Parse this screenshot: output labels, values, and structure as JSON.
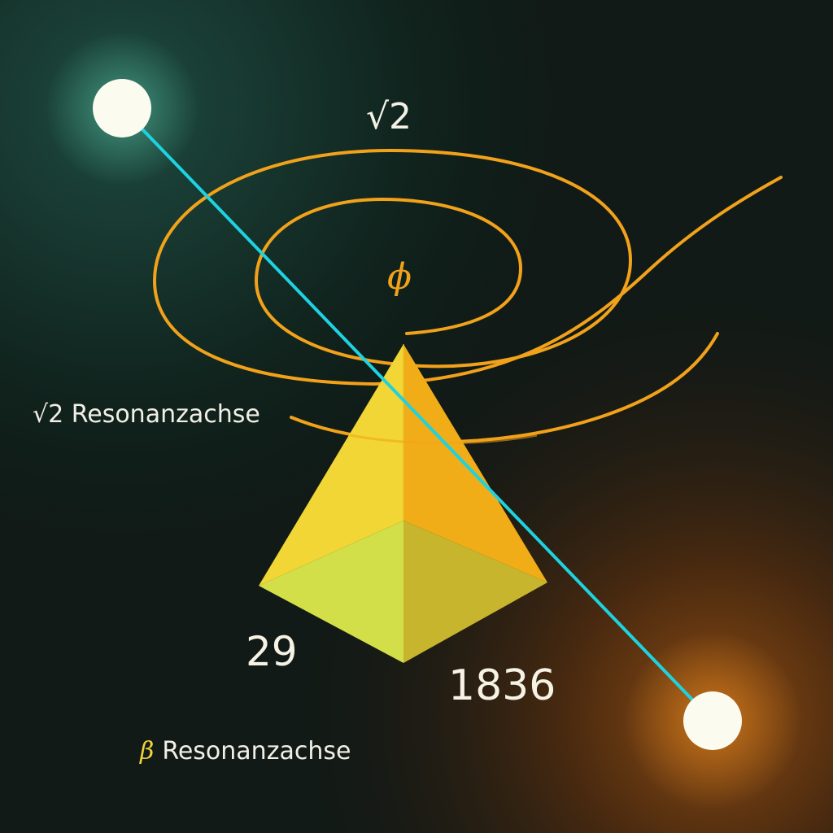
{
  "labels": {
    "sqrt2_top": "√2",
    "phi": "ϕ",
    "sqrt2_axis": "√2 Resonanzachse",
    "num_left": "29",
    "num_right": "1836",
    "beta_symbol": "β",
    "beta_axis_text": "Resonanzachse"
  },
  "colors": {
    "background_teal": "#12362f",
    "background_orange": "#8a4a12",
    "spiral": "#f2a21a",
    "axis_line": "#1fd2e0",
    "pyramid_left": "#f2d636",
    "pyramid_right": "#f0ad17",
    "pyramid_front": "#d2df48",
    "node": "#fbfbf0"
  }
}
